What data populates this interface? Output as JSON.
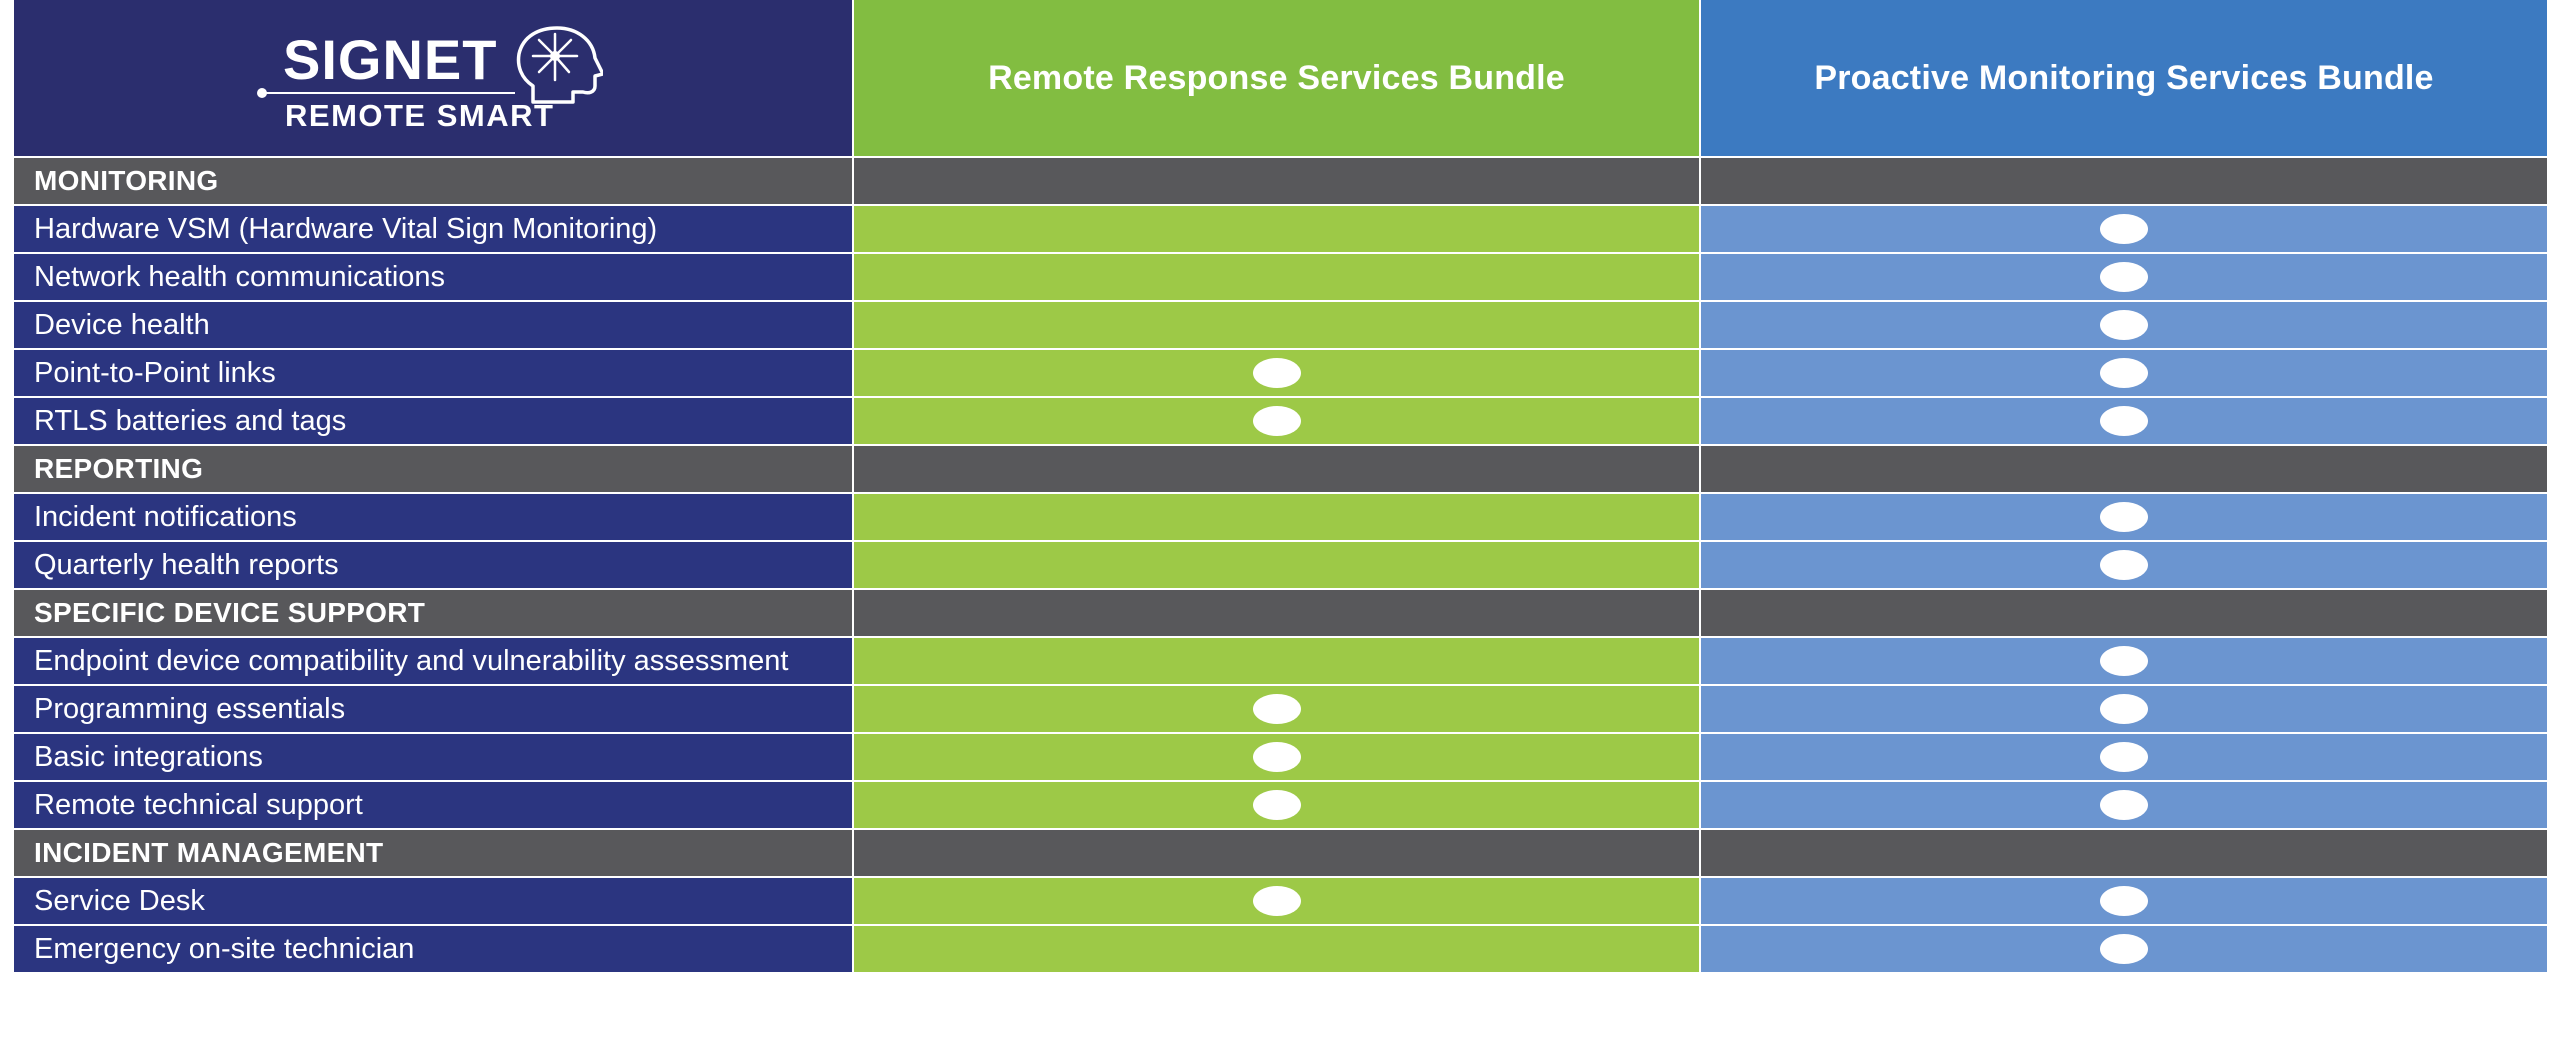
{
  "logo": {
    "top_text": "SIGNET",
    "bottom_text": "REMOTE SMART",
    "icon": "head-starburst-icon"
  },
  "columns": [
    {
      "title": "Remote Response Services Bundle",
      "color": "#82bd41",
      "cell_color": "#9dc947"
    },
    {
      "title": "Proactive Monitoring Services Bundle",
      "color": "#3c7ac1",
      "cell_color": "#6b95d0"
    }
  ],
  "colors": {
    "feature_bg": "#2b3580",
    "header_logo_bg": "#2b2e6e",
    "section_bg": "#58585b",
    "check_mark": "#ffffff"
  },
  "sections": [
    {
      "title": "MONITORING",
      "rows": [
        {
          "label": "Hardware VSM (Hardware Vital Sign Monitoring)",
          "remote_response": false,
          "proactive_monitoring": true
        },
        {
          "label": "Network health communications",
          "remote_response": false,
          "proactive_monitoring": true
        },
        {
          "label": "Device health",
          "remote_response": false,
          "proactive_monitoring": true
        },
        {
          "label": "Point-to-Point links",
          "remote_response": true,
          "proactive_monitoring": true
        },
        {
          "label": "RTLS batteries and tags",
          "remote_response": true,
          "proactive_monitoring": true
        }
      ]
    },
    {
      "title": "REPORTING",
      "rows": [
        {
          "label": "Incident notifications",
          "remote_response": false,
          "proactive_monitoring": true
        },
        {
          "label": "Quarterly health reports",
          "remote_response": false,
          "proactive_monitoring": true
        }
      ]
    },
    {
      "title": "SPECIFIC DEVICE SUPPORT",
      "rows": [
        {
          "label": "Endpoint device compatibility and vulnerability assessment",
          "remote_response": false,
          "proactive_monitoring": true
        },
        {
          "label": "Programming essentials",
          "remote_response": true,
          "proactive_monitoring": true
        },
        {
          "label": "Basic integrations",
          "remote_response": true,
          "proactive_monitoring": true
        },
        {
          "label": "Remote technical support",
          "remote_response": true,
          "proactive_monitoring": true
        }
      ]
    },
    {
      "title": "INCIDENT MANAGEMENT",
      "rows": [
        {
          "label": "Service Desk",
          "remote_response": true,
          "proactive_monitoring": true
        },
        {
          "label": "Emergency on-site technician",
          "remote_response": false,
          "proactive_monitoring": true
        }
      ]
    }
  ]
}
